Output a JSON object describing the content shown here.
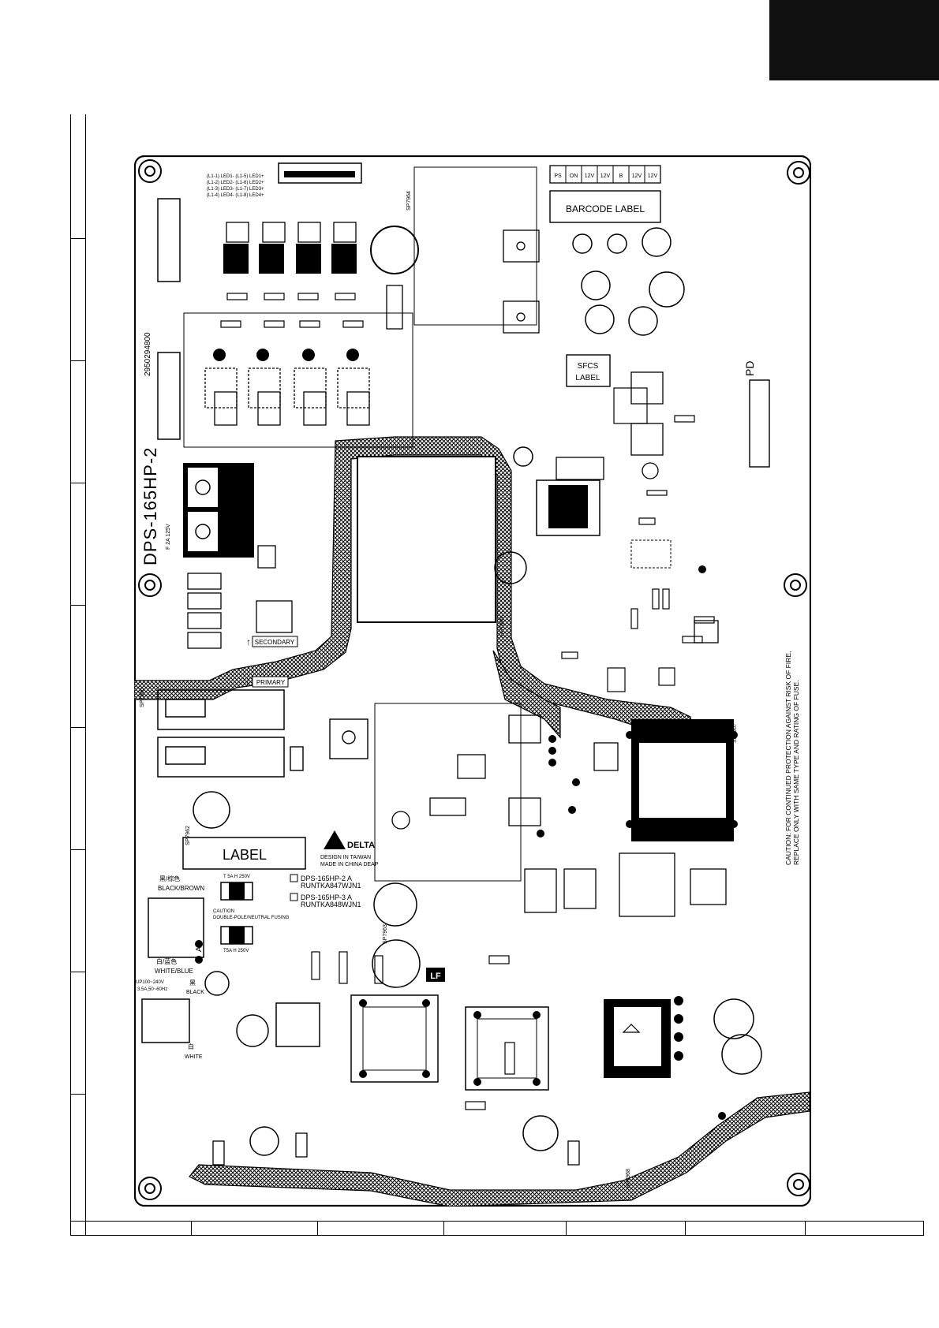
{
  "board": {
    "model": "DPS-165HP-2",
    "part_number": "2950294800",
    "labels": {
      "barcode": "BARCODE LABEL",
      "sfcs_line1": "SFCS",
      "sfcs_line2": "LABEL",
      "label": "LABEL",
      "secondary": "SECONDARY",
      "primary": "PRIMARY",
      "pd": "PD",
      "delta": "DELTA",
      "design": "DESIGN IN TAIWAN",
      "made": "MADE IN CHINA DEAP",
      "variant_a": "DPS-165HP-2 A",
      "variant_a_code": "RUNTKA847WJN1",
      "variant_b": "DPS-165HP-3 A",
      "variant_b_code": "RUNTKA848WJN1",
      "black_brown_cn": "黑/棕色",
      "black_brown": "BLACK/BROWN",
      "fuse1": "T 5A H 250V",
      "fuse2": "T5A H 250V",
      "caution_fuse1": "CAUTION",
      "caution_fuse2": "DOUBLE-POLE/NEUTRAL FUSING",
      "ac": "AC",
      "white_blue_cn": "白/蓝色",
      "white_blue": "WHITE/BLUE",
      "input_rating1": "UP100~240V",
      "input_rating2": "3.5A,50~60Hz",
      "black_cn": "黑",
      "black": "BLACK",
      "white_cn": "白",
      "white": "WHITE",
      "lf": "LF",
      "fuse_rating": "F 2A 125V",
      "caution_main": "CAUTION: FOR CONTINUED PROTECTION AGAINST RISK OF FIRE,",
      "caution_main2": "REPLACE ONLY WITH SAME TYPE AND RATING OF FUSE."
    },
    "connector_pins": [
      "PS",
      "ON",
      "12V",
      "12V",
      "B",
      "12V",
      "12V"
    ],
    "ref_designators": [
      "SP7966",
      "SP7965",
      "SP7962",
      "SP7963",
      "SP7964",
      "SP7968",
      "SP7967"
    ]
  }
}
